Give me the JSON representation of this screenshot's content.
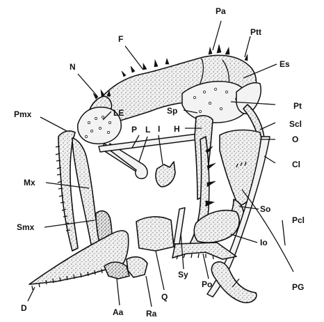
{
  "labels": {
    "Pa": "Pa",
    "Ptt": "Ptt",
    "F": "F",
    "N": "N",
    "Es": "Es",
    "Pt": "Pt",
    "Pmx": "Pmx",
    "LE": "LE",
    "Sp": "Sp",
    "Scl": "Scl",
    "P": "P",
    "L": "L",
    "I": "I",
    "H": "H",
    "O": "O",
    "Cl": "Cl",
    "Mx": "Mx",
    "So": "So",
    "Pcl": "Pcl",
    "Smx": "Smx",
    "Io": "Io",
    "Sy": "Sy",
    "PG": "PG",
    "Po": "Po",
    "Q": "Q",
    "D": "D",
    "Aa": "Aa",
    "Ra": "Ra"
  }
}
